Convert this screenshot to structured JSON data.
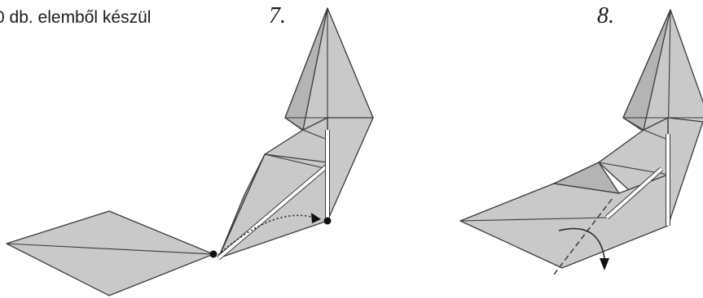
{
  "caption": "0 db. elemből készül",
  "steps": [
    {
      "label": "7."
    },
    {
      "label": "8."
    }
  ]
}
